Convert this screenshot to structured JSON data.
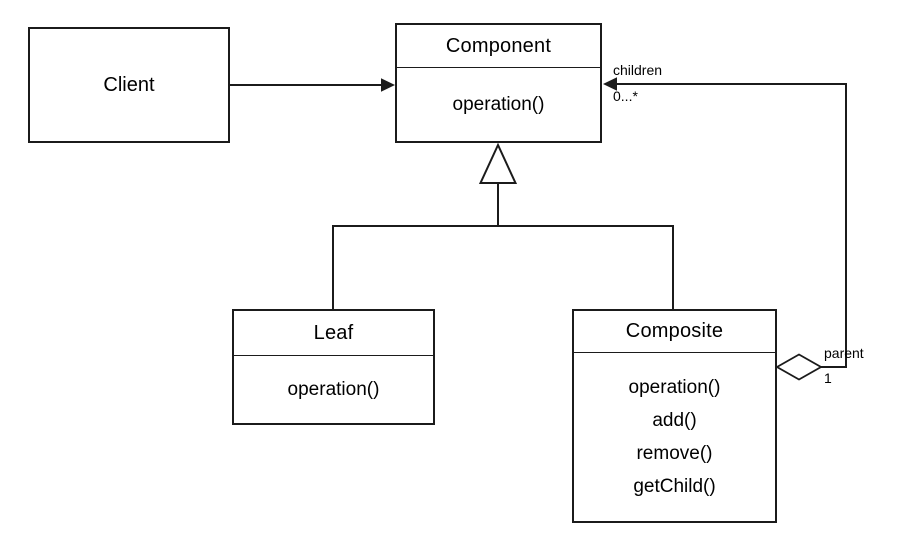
{
  "diagram": {
    "classes": {
      "client": {
        "name": "Client",
        "methods": []
      },
      "component": {
        "name": "Component",
        "methods": [
          "operation()"
        ]
      },
      "leaf": {
        "name": "Leaf",
        "methods": [
          "operation()"
        ]
      },
      "composite": {
        "name": "Composite",
        "methods": [
          "operation()",
          "add()",
          "remove()",
          "getChild()"
        ]
      }
    },
    "associations": {
      "client_uses_component": {
        "from": "Client",
        "to": "Component",
        "arrow": "filled-arrowhead"
      },
      "children": {
        "label": "children",
        "multiplicity": "0...*",
        "from": "Composite",
        "to": "Component",
        "arrow": "filled-arrowhead"
      },
      "parent": {
        "label": "parent",
        "multiplicity": "1",
        "aggregation": "hollow-diamond"
      },
      "generalization": {
        "parent": "Component",
        "children_classes": [
          "Leaf",
          "Composite"
        ],
        "marker": "hollow-triangle"
      }
    },
    "colors": {
      "background": "#ffffff",
      "line": "#1b1b1b",
      "box_fill": "#ffffff",
      "text": "#000000"
    }
  }
}
